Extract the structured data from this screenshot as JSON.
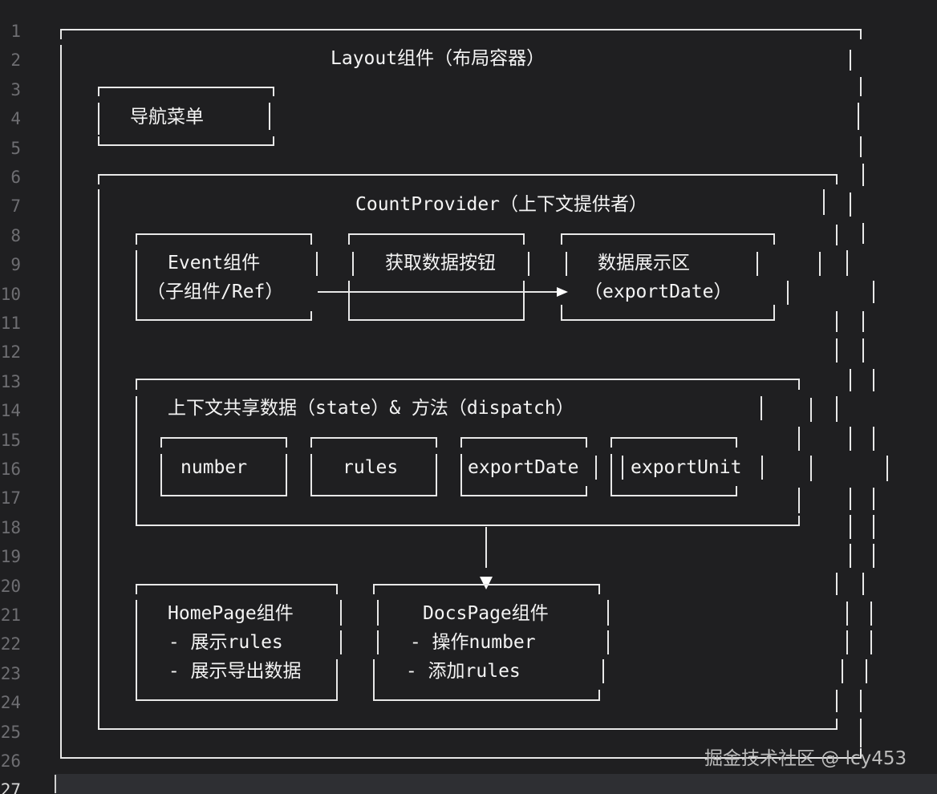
{
  "gutter": {
    "line_numbers": [
      "1",
      "2",
      "3",
      "4",
      "5",
      "6",
      "7",
      "8",
      "9",
      "10",
      "11",
      "12",
      "13",
      "14",
      "15",
      "16",
      "17",
      "18",
      "19",
      "20",
      "21",
      "22",
      "23",
      "24",
      "25",
      "26",
      "27"
    ],
    "active_line": "27"
  },
  "diagram": {
    "layout_title": "Layout组件（布局容器）",
    "nav_menu": "导航菜单",
    "provider_title": "CountProvider（上下文提供者）",
    "event_line1": "Event组件",
    "event_line2": "（子组件/Ref）",
    "fetch_button": "获取数据按钮",
    "display_line1": "数据展示区",
    "display_line2": "（exportDate）",
    "shared_title": "上下文共享数据（state）& 方法（dispatch）",
    "field_number": "number",
    "field_rules": "rules",
    "field_exportdate": "exportDate",
    "field_exportunit": "exportUnit",
    "homepage_title": "HomePage组件",
    "homepage_item1": " - 展示rules",
    "homepage_item2": " - 展示导出数据",
    "docspage_title": "DocsPage组件",
    "docspage_item1": " - 操作number",
    "docspage_item2": " - 添加rules"
  },
  "watermark": "掘金技术社区 @ lcy453"
}
